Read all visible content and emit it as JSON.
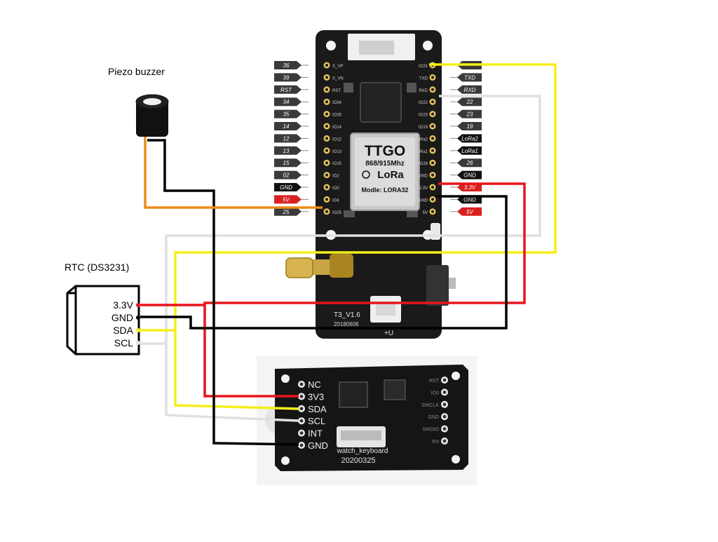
{
  "buzzer": {
    "title": "Piezo buzzer"
  },
  "rtc": {
    "title": "RTC (DS3231)",
    "pins": [
      "3.3V",
      "GND",
      "SDA",
      "SCL"
    ]
  },
  "ttgo": {
    "brand": "TTGO",
    "freq": "868/915Mhz",
    "lora": "LoRa",
    "module": "Modle: LORA32",
    "version": "T3_V1.6",
    "date": "20180606",
    "plus_u": "+U",
    "left_labels": [
      "36",
      "39",
      "RST",
      "34",
      "35",
      "14",
      "12",
      "13",
      "15",
      "02",
      "GND",
      "5V",
      "25"
    ],
    "left_silk": [
      "S_VP",
      "S_VN",
      "RST",
      "IO34",
      "IO35",
      "IO14",
      "IO12",
      "IO13",
      "IO15",
      "IO2",
      "IO0",
      "IO4",
      "IO25"
    ],
    "right_labels": [
      "",
      "TXD",
      "RXD",
      "22",
      "23",
      "19",
      "LoRa2",
      "LoRa1",
      "26",
      "GND",
      "3.3V",
      "GND",
      "5V"
    ],
    "right_silk": [
      "IO21",
      "TXD",
      "RXD",
      "IO22",
      "IO23",
      "IO19",
      "LoRa2",
      "LoRa1",
      "IO26",
      "GND",
      "3.3V",
      "GND",
      "5V"
    ]
  },
  "keyboard": {
    "pins": [
      "NC",
      "3V3",
      "SDA",
      "SCL",
      "INT",
      "GND"
    ],
    "name": "watch_keyboard",
    "date": "20200325",
    "right_pins": [
      "RST",
      "IO0",
      "SWCLK",
      "GND",
      "SWDIO",
      "RX"
    ]
  },
  "colors": {
    "power": "#e8151b",
    "ground": "#000000",
    "sda": "#f5ef1a",
    "scl": "#e0e0e0",
    "buzzer": "#ef8a1a",
    "pcb": "#1a1a1a",
    "pin_label_bg": "#3a3a3a",
    "pin_label_gnd": "#111111",
    "pin_label_5v": "#d92020"
  }
}
